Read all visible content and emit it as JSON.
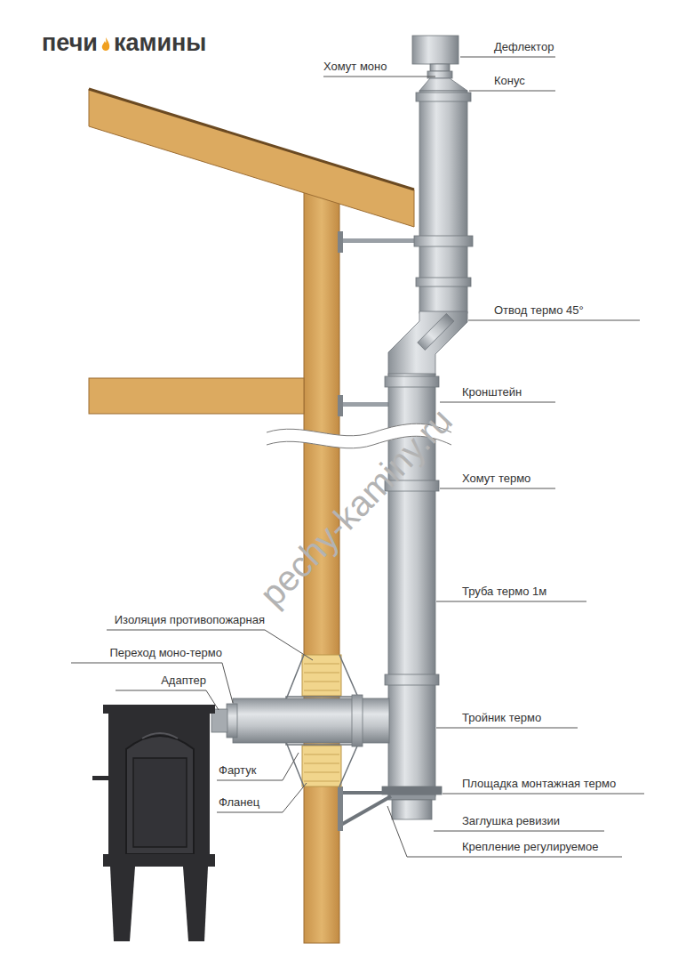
{
  "diagram": {
    "labels": [
      "печи",
      "камины",
      "Дефлектор",
      "Хомут моно",
      "Конус",
      "Отвод термо 45°",
      "Кронштейн",
      "Хомут термо",
      "Труба термо 1м",
      "Изоляция противопожарная",
      "Переход моно-термо",
      "Адаптер",
      "Тройник термо",
      "Фартук",
      "Площадка монтажная термо",
      "Фланец",
      "Заглушка ревизии",
      "Крепление регулируемое",
      "pechy-kaminy.ru"
    ]
  }
}
